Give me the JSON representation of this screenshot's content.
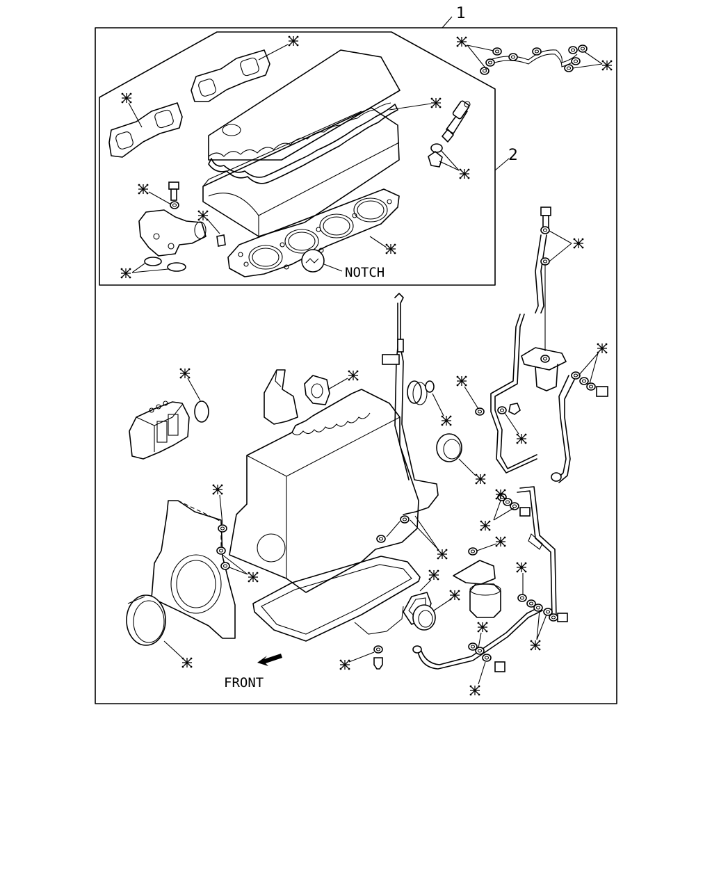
{
  "callouts": {
    "kit_number": "1",
    "subkit_number": "2"
  },
  "labels": {
    "notch": "NOTCH",
    "front": "FRONT"
  },
  "marker_symbol": "※",
  "colors": {
    "line": "#000000",
    "background": "#ffffff"
  }
}
